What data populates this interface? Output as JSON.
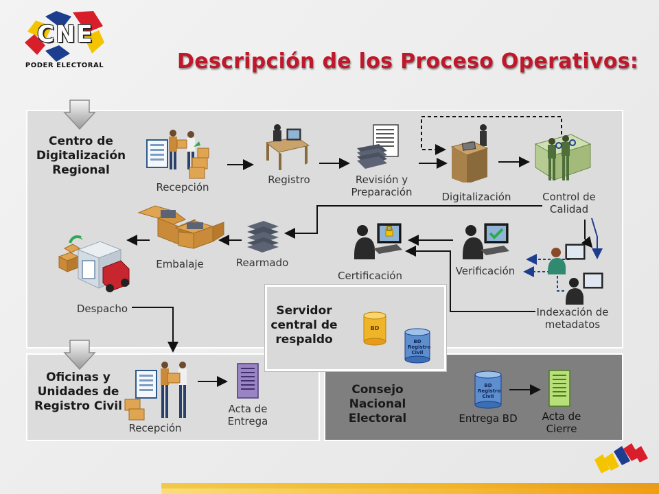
{
  "logo": {
    "brand": "CNE",
    "subtitle": "PODER ELECTORAL"
  },
  "title": "Descripción de los Proceso Operativos:",
  "sections": {
    "centro": "Centro de Digitalización Regional",
    "oficinas": "Oficinas y Unidades de Registro Civil",
    "consejo": "Consejo Nacional Electoral",
    "servidor": "Servidor central de respaldo"
  },
  "steps": {
    "recepcion_top": "Recepción",
    "registro": "Registro",
    "revision": "Revisión y Preparación",
    "digitalizacion": "Digitalización",
    "control": "Control de Calidad",
    "embalaje": "Embalaje",
    "rearmado": "Rearmado",
    "certificacion": "Certificación",
    "verificacion": "Verificación",
    "indexacion": "Indexación de metadatos",
    "despacho": "Despacho",
    "recepcion_bottom": "Recepción",
    "acta_entrega": "Acta de Entrega",
    "entrega_bd": "Entrega BD",
    "acta_cierre": "Acta de Cierre"
  },
  "db_labels": {
    "bd": "BD",
    "bd_registro": "BD Registro Civil"
  },
  "colors": {
    "title": "#c0182a",
    "logo_yellow": "#f5c400",
    "logo_blue": "#1d3d8f",
    "logo_red": "#d81e2a",
    "arrow_dark_blue": "#1d3d8f"
  }
}
